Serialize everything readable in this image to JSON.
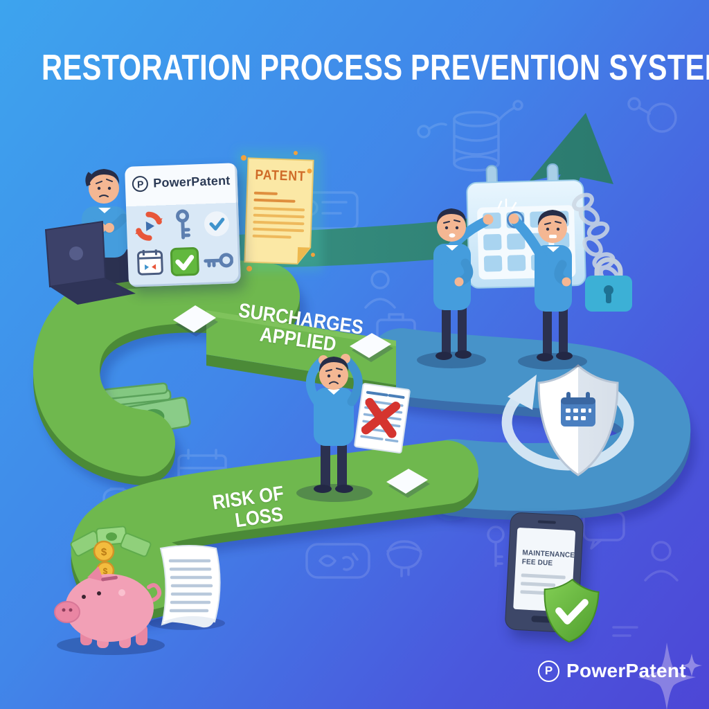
{
  "titles": {
    "restoration_process": "RESTORATION PROCESS",
    "prevention_system": "PREVENTION SYSTEM"
  },
  "path_labels": {
    "surcharges": [
      "SURCHARGES",
      "APPLIED"
    ],
    "risk_of_loss": [
      "RISK OF",
      "LOSS"
    ]
  },
  "powerpatent_card": {
    "logo_letter": "P",
    "brand": "PowerPatent",
    "icons": [
      "sync-play-icon",
      "key-icon",
      "check-circle-icon",
      "calendar-icon",
      "checkbox-checked-icon",
      "key-horizontal-icon"
    ]
  },
  "patent_document": {
    "title": "PATENT"
  },
  "phone_notification": {
    "lines": [
      "MAINTENANCE",
      "FEE DUE"
    ],
    "icon": "shield-check-icon"
  },
  "footer": {
    "logo_letter": "P",
    "brand": "PowerPatent"
  },
  "scene": {
    "left_story": [
      "worried-man-at-laptop",
      "powerpatent-card",
      "patent-document",
      "surcharges-applied-path",
      "distressed-man-rejected-document",
      "risk-of-loss-path",
      "piggy-bank-with-coins",
      "scroll-document"
    ],
    "right_story": [
      "swoosh-arrow",
      "calendar-with-chain-and-padlock",
      "high-five-men",
      "renewal-shield-with-calendar",
      "phone-maintenance-reminder"
    ]
  },
  "colors": {
    "background_top": "#3DA4EE",
    "background_bottom": "#4D46D6",
    "path_green": "#6FB84E",
    "path_green_side": "#4B8A37",
    "path_blue": "#4793C9",
    "path_blue_side": "#3A6DAB",
    "arrow_teal": "#2F8271",
    "alert_red": "#D5342F",
    "shield_green": "#5FB53B",
    "padlock_teal": "#3CB0D6",
    "piggy_pink": "#F2A0B6",
    "coin_gold": "#F3BC3E",
    "patent_paper": "#FBE8A5"
  }
}
